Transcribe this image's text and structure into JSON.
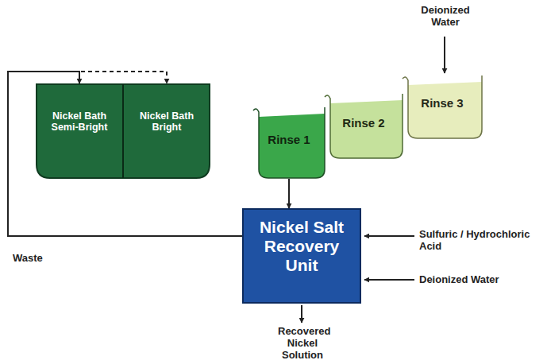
{
  "diagram": {
    "nodes": [
      {
        "text": [
          "Nickel Bath Semi-Bright"
        ]
      },
      {
        "text": [
          "Nickel Bath Bright"
        ]
      },
      {
        "text": [
          "Rinse 1"
        ]
      },
      {
        "text": [
          "Rinse 2"
        ]
      },
      {
        "text": [
          "Rinse 3"
        ]
      },
      {
        "text": [
          "Nickel Salt Recovery Unit"
        ]
      }
    ],
    "edges": [
      {
        "from": 2,
        "to": 5,
        "arrow": "to"
      },
      {
        "from": 5,
        "to": 0,
        "arrow": "to"
      },
      {
        "from": 5,
        "to": 1,
        "arrow": "to"
      }
    ],
    "labels": [
      "Deionized Water",
      "Sulfuric / Hydrochloric Acid",
      "Deionized Water",
      "Recovered Nickel Solution",
      "Waste"
    ]
  }
}
